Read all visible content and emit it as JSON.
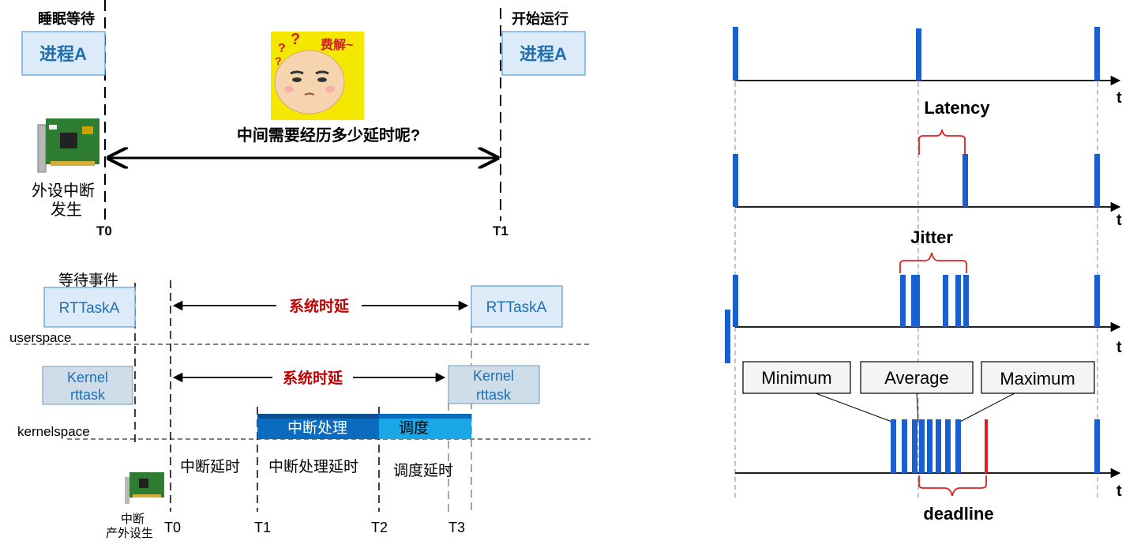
{
  "top": {
    "sleep_label": "睡眠等待",
    "run_label": "开始运行",
    "process_left": "进程A",
    "process_right": "进程A",
    "emoji_tag": "费解~",
    "question": "中间需要经历多少延时呢?",
    "interrupt_label_1": "外设中断",
    "interrupt_label_2": "发生",
    "t0": "T0",
    "t1": "T1"
  },
  "bottom": {
    "wait_event": "等待事件",
    "rttask_left": "RTTaskA",
    "rttask_right": "RTTaskA",
    "system_delay_1": "系统时延",
    "system_delay_2": "系统时延",
    "userspace": "userspace",
    "kernel_left_1": "Kernel",
    "kernel_left_2": "rttask",
    "kernel_right_1": "Kernel",
    "kernel_right_2": "rttask",
    "kernelspace": "kernelspace",
    "irq_handling": "中断处理",
    "scheduling": "调度",
    "irq_latency": "中断延时",
    "irq_handling_latency": "中断处理延时",
    "sched_latency": "调度延时",
    "device_label_1": "中断",
    "device_label_2": "产外设生",
    "t0": "T0",
    "t1": "T1",
    "t2": "T2",
    "t3": "T3"
  },
  "timeline": {
    "axis_label": "t",
    "latency": "Latency",
    "jitter": "Jitter",
    "minimum": "Minimum",
    "average": "Average",
    "maximum": "Maximum",
    "deadline": "deadline"
  },
  "colors": {
    "process_box_fill": "#dcebf7",
    "process_box_stroke": "#5b9bd5",
    "process_text": "#1f6fb2",
    "pulse_blue": "#1a5fcf",
    "red": "#e02020",
    "dark_red_text": "#c00000",
    "kernel_box_fill": "#cfdde8",
    "irq_bar": "#0a6bbf",
    "sched_bar": "#1aa7e6"
  }
}
